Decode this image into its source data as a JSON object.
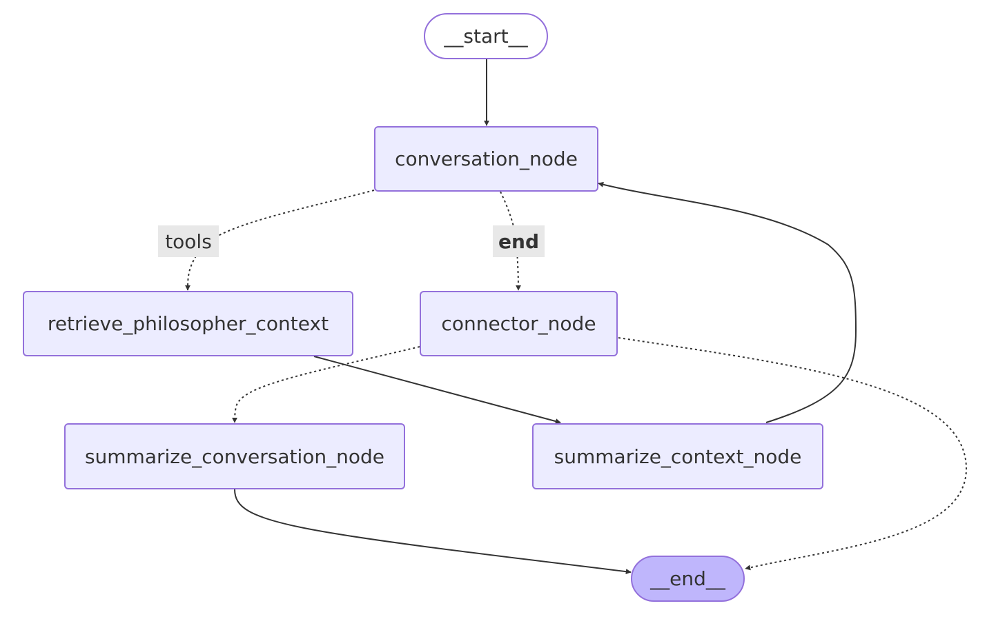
{
  "diagram": {
    "type": "flowchart",
    "colors": {
      "node_fill": "#ECECFF",
      "node_border": "#9370DB",
      "end_fill": "#BFB6FC",
      "edge": "#333333",
      "label_bg": "#E8E8E8"
    },
    "nodes": {
      "start": "__start__",
      "conversation": "conversation_node",
      "retrieve": "retrieve_philosopher_context",
      "connector": "connector_node",
      "summarize_conversation": "summarize_conversation_node",
      "summarize_context": "summarize_context_node",
      "end": "__end__"
    },
    "edge_labels": {
      "tools": "tools",
      "end": "end"
    },
    "edges": [
      {
        "from": "__start__",
        "to": "conversation_node",
        "style": "solid"
      },
      {
        "from": "conversation_node",
        "to": "retrieve_philosopher_context",
        "style": "dotted",
        "label": "tools"
      },
      {
        "from": "conversation_node",
        "to": "connector_node",
        "style": "dotted",
        "label": "end"
      },
      {
        "from": "retrieve_philosopher_context",
        "to": "summarize_context_node",
        "style": "solid"
      },
      {
        "from": "summarize_context_node",
        "to": "conversation_node",
        "style": "solid"
      },
      {
        "from": "connector_node",
        "to": "summarize_conversation_node",
        "style": "dotted"
      },
      {
        "from": "connector_node",
        "to": "__end__",
        "style": "dotted"
      },
      {
        "from": "summarize_conversation_node",
        "to": "__end__",
        "style": "solid"
      }
    ]
  }
}
